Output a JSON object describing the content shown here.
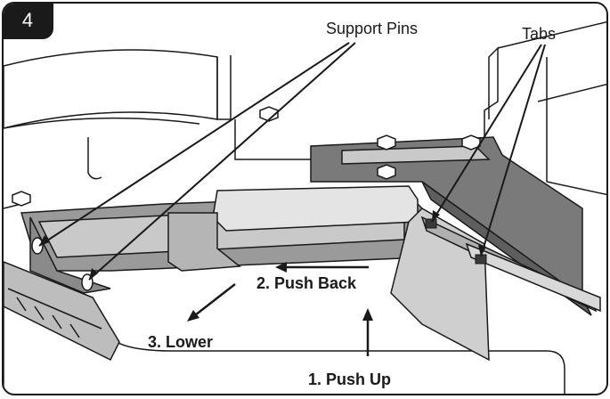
{
  "step_number": "4",
  "callouts": {
    "support_pins": "Support Pins",
    "tabs": "Tabs",
    "push_back": "2. Push Back",
    "lower": "3. Lower",
    "push_up": "1. Push Up"
  },
  "colors": {
    "outline": "#1a1a1a",
    "bracket_dark": "#7a7a7a",
    "bracket_light": "#c9c9c9",
    "panel_light": "#e4e4e4",
    "frame_white": "#ffffff"
  }
}
